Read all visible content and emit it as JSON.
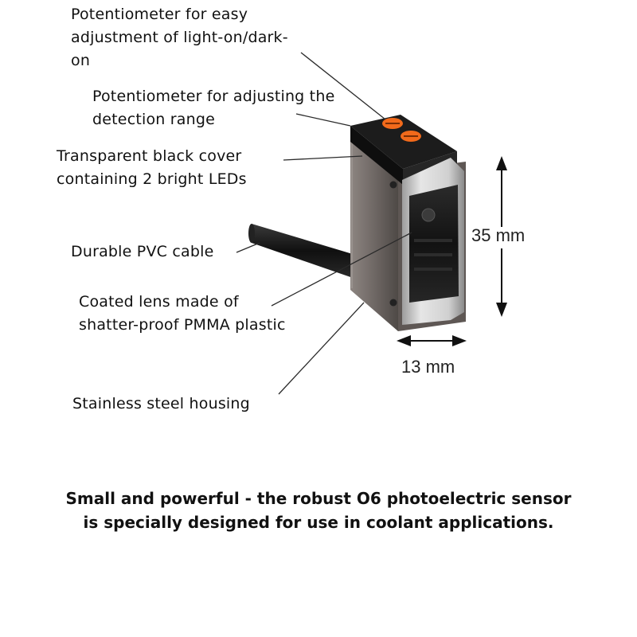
{
  "labels": {
    "pot_light_dark": [
      "Potentiometer for easy",
      "adjustment of light-on/dark-",
      "on"
    ],
    "pot_range": [
      "Potentiometer for adjusting the",
      "detection range"
    ],
    "cover": [
      "Transparent black cover",
      "containing 2 bright LEDs"
    ],
    "cable": "Durable PVC cable",
    "lens": [
      "Coated lens made of",
      "shatter-proof PMMA plastic"
    ],
    "housing": "Stainless steel housing"
  },
  "dimensions": {
    "height": "35 mm",
    "width": "13 mm"
  },
  "caption": [
    "Small and powerful - the robust O6 photoelectric sensor",
    "is specially designed for use in coolant applications."
  ],
  "colors": {
    "potentiometer": "#f26a1b",
    "cover": "#1a1a1a",
    "housing": "#7c7471",
    "lens_frame": "#c9c9c9"
  }
}
